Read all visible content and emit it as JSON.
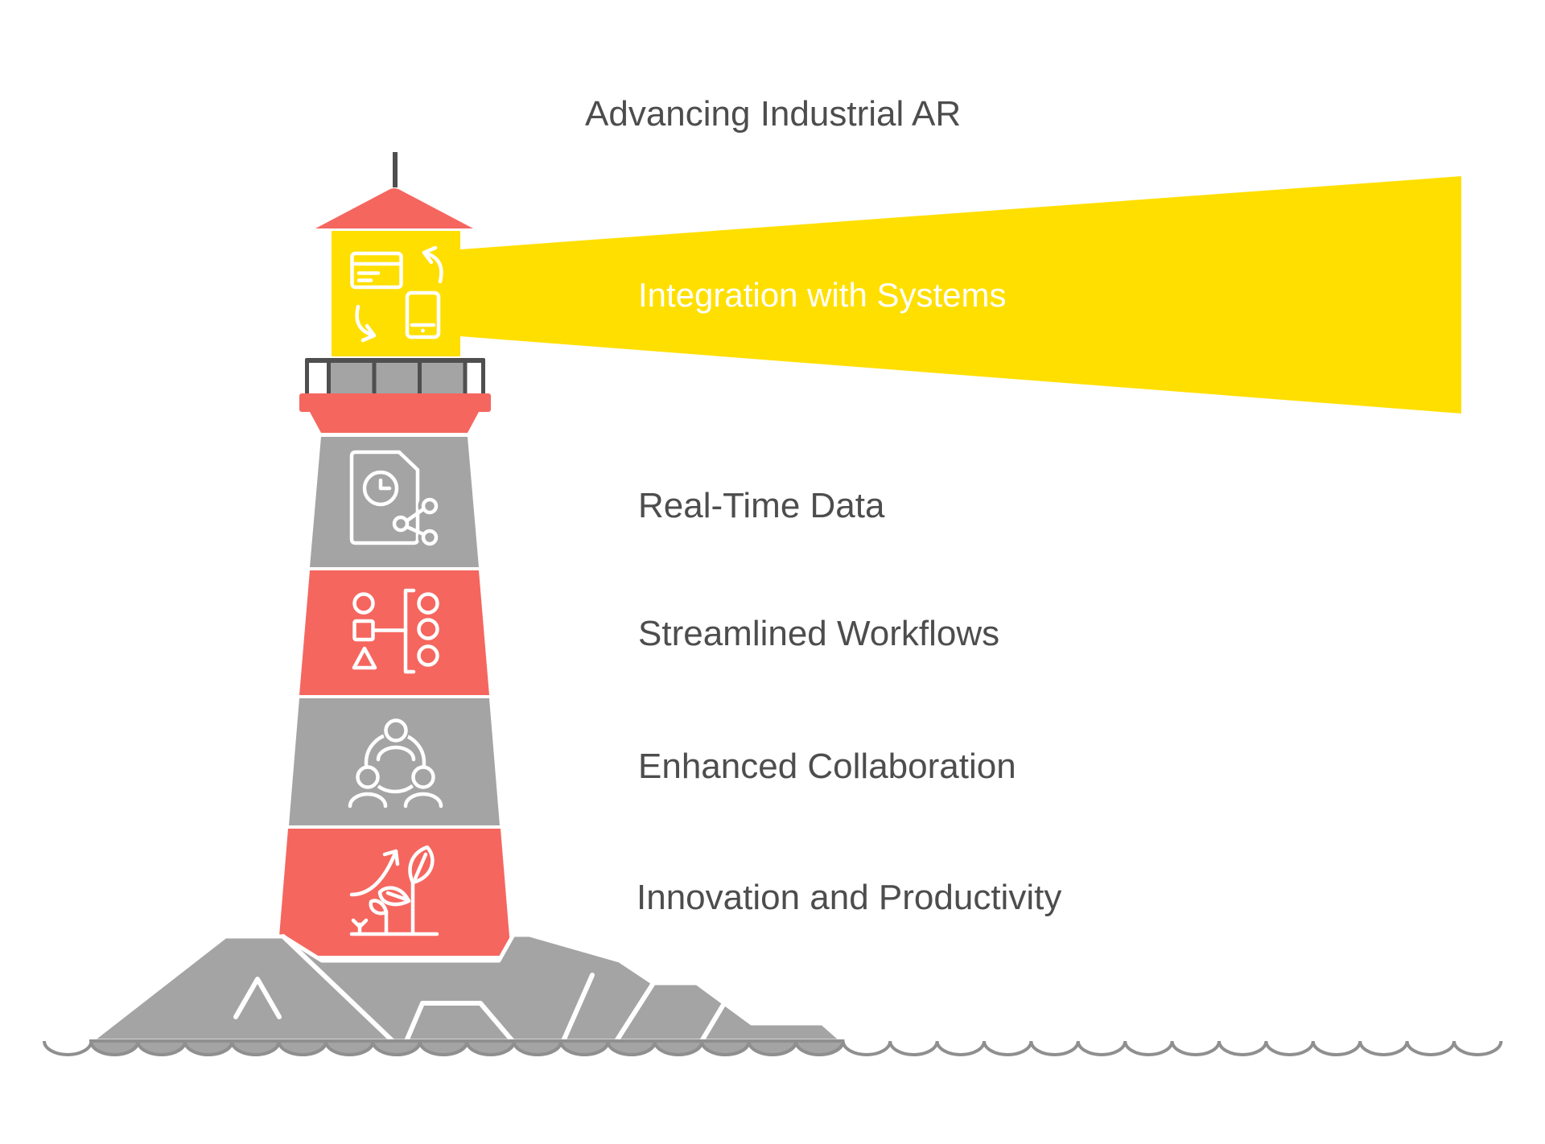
{
  "title": "Advancing Industrial AR",
  "beam": {
    "label": "Integration with Systems",
    "icon": "light-beam"
  },
  "lantern": {
    "icon": "device-sync-icon"
  },
  "levels": [
    {
      "label": "Real-Time Data",
      "icon": "document-clock-share-icon",
      "color_key": "gray"
    },
    {
      "label": "Streamlined Workflows",
      "icon": "workflow-mapping-icon",
      "color_key": "red"
    },
    {
      "label": "Enhanced Collaboration",
      "icon": "people-collaboration-icon",
      "color_key": "gray"
    },
    {
      "label": "Innovation and Productivity",
      "icon": "growth-plants-arrow-icon",
      "color_key": "red"
    }
  ],
  "colors": {
    "yellow": "#FFDF00",
    "red": "#F5665F",
    "gray": "#A4A4A4",
    "dark": "#4F4F4F",
    "text": "#4D4D4D",
    "white": "#FFFFFF",
    "wave": "#8F8F8F"
  }
}
